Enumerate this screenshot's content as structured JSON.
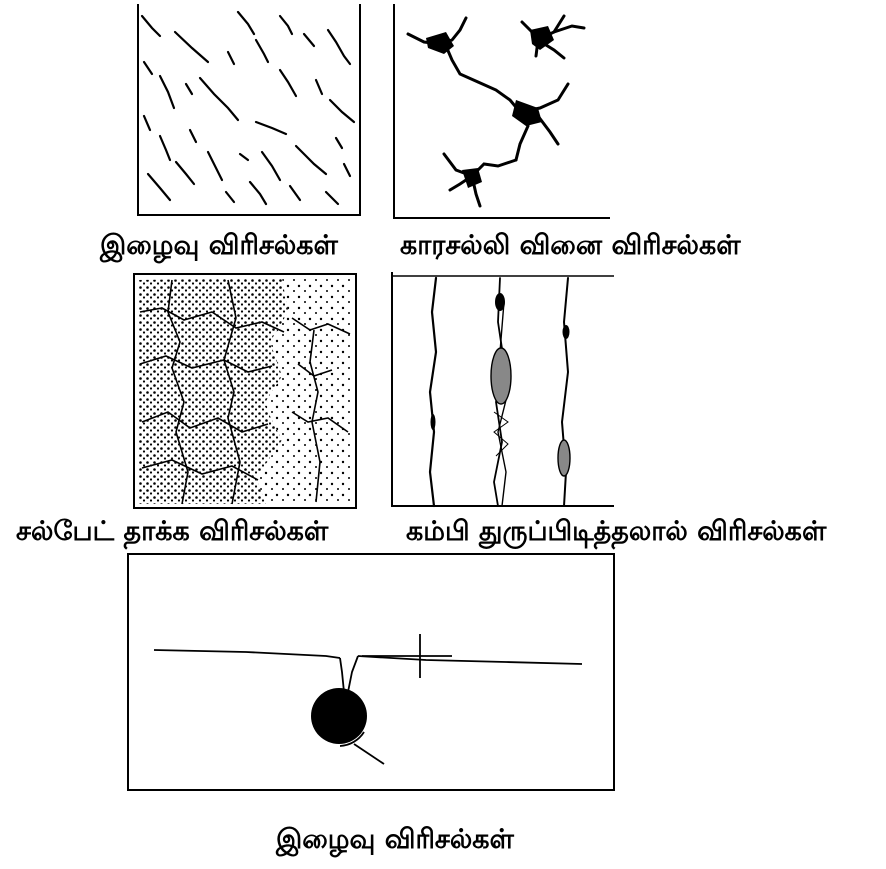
{
  "figure": {
    "captions": {
      "top_left": "இழைவு விரிசல்கள்",
      "top_right": "காரசல்லி வினை விரிசல்கள்",
      "middle_left": "சல்பேட் தாக்க விரிசல்கள்",
      "middle_right": "கம்பி துருப்பிடித்தலால் விரிசல்கள்",
      "bottom": "இழைவு விரிசல்கள்"
    },
    "panels": {
      "top_left": "shrinkage-cracks-pattern",
      "top_right": "alkali-silica-reaction-cracks",
      "middle_left": "sulphate-attack-cracks",
      "middle_right": "rebar-corrosion-cracks",
      "bottom": "beam-section-crack-at-rebar"
    },
    "colors": {
      "ink": "#000000",
      "paper": "#ffffff"
    }
  }
}
